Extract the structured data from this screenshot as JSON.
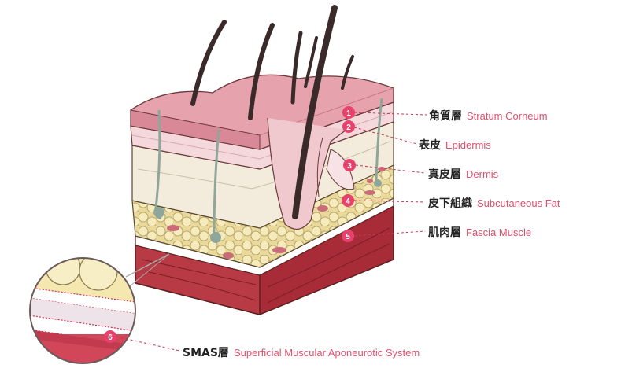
{
  "layers": [
    {
      "num": "1",
      "zh": "角質層",
      "en": "Stratum Corneum"
    },
    {
      "num": "2",
      "zh": "表皮",
      "en": "Epidermis"
    },
    {
      "num": "3",
      "zh": "真皮層",
      "en": "Dermis"
    },
    {
      "num": "4",
      "zh": "皮下組織",
      "en": "Subcutaneous Fat"
    },
    {
      "num": "5",
      "zh": "肌肉層",
      "en": "Fascia Muscle"
    },
    {
      "num": "6",
      "zh": "SMAS層",
      "en": "Superficial Muscular Aponeurotic System"
    }
  ],
  "colors": {
    "accent": "#e8416b",
    "skin_top": "#e7a3ae",
    "epidermis": "#f3d6da",
    "dermis": "#f4ecdc",
    "fat": "#f2e4a6",
    "muscle": "#b5333d",
    "hair": "#3a2a2a"
  }
}
